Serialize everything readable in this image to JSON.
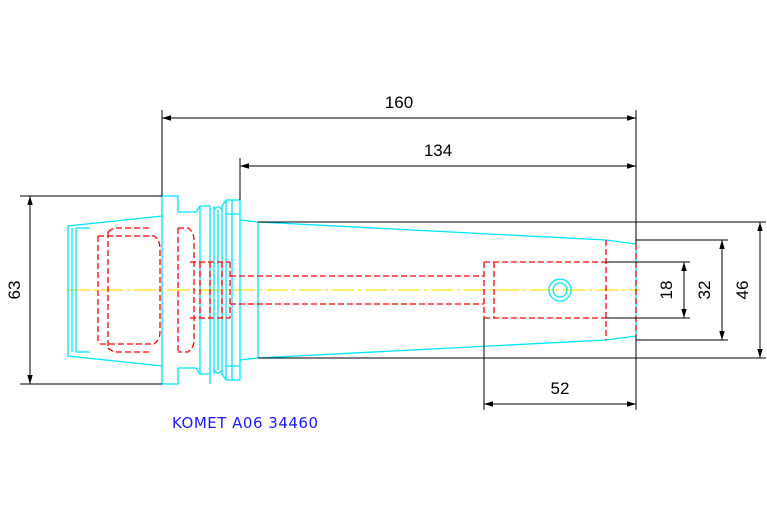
{
  "dimensions": {
    "overall_length": "160",
    "taper_length": "134",
    "bore_depth": "52",
    "flange_diameter": "63",
    "hole_diameter": "18",
    "bore_diameter": "32",
    "nose_diameter": "46"
  },
  "caption": "KOMET A06 34460",
  "colors": {
    "outline": "#00e5ff",
    "hidden": "#ff0000",
    "centerline": "#ffe000",
    "dimension": "#000000",
    "caption": "#1a1aff"
  }
}
